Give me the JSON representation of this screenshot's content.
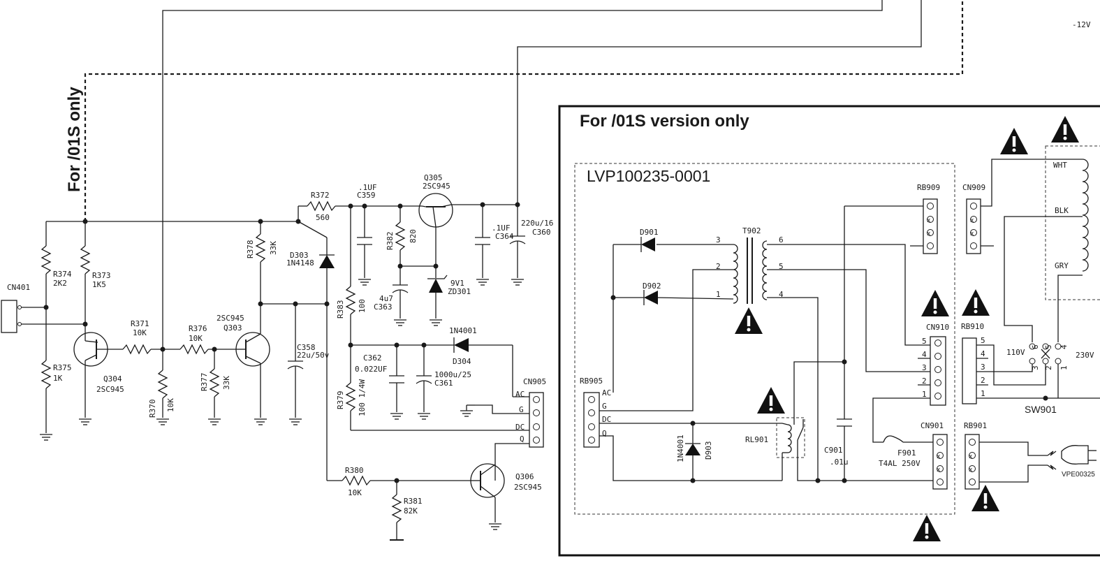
{
  "supply_label": "-12V",
  "vertical_note": "For /01S only",
  "box_title": "For  /01S version only",
  "board_label": "LVP100235-0001",
  "switch_label": "SW901",
  "plug_label": "VPE00325",
  "components": {
    "cn401": "CN401",
    "r374": "R374",
    "r374_v": "2K2",
    "r373": "R373",
    "r373_v": "1K5",
    "r375": "R375",
    "r375_v": "1K",
    "q304": "Q304",
    "q304_v": "2SC945",
    "r371": "R371",
    "r371_v": "10K",
    "r370": "R370",
    "r370_v": "10K",
    "r376": "R376",
    "r376_v": "10K",
    "r377": "R377",
    "r377_v": "33K",
    "q303_v": "2SC945",
    "q303": "Q303",
    "r378": "R378",
    "r378_v": "33K",
    "c358": "C358",
    "c358_v": "22u/50v",
    "r372": "R372",
    "r372_v": "560",
    "d303": "D303",
    "d303_v": "1N4148",
    "c359_v": ".1UF",
    "c359": "C359",
    "r382": "R382",
    "r382_v": "820",
    "c363_v": "4u7",
    "c363": "C363",
    "q305": "Q305",
    "q305_v": "2SC945",
    "zd301_v": "9V1",
    "zd301": "ZD301",
    "c364_v": ".1UF",
    "c364": "C364",
    "c360_v": "220u/16",
    "c360": "C360",
    "r383": "R383",
    "r383_v": "100",
    "c362": "C362",
    "c362_v": "0.022UF",
    "c361_v": "1000u/25",
    "c361": "C361",
    "d304_v": "1N4001",
    "d304": "D304",
    "r379": "R379",
    "r379_v": "100 1/4W",
    "cn905": "CN905",
    "cn905_pins": [
      "AC",
      "G",
      "DC",
      "Q"
    ],
    "r380": "R380",
    "r380_v": "10K",
    "r381": "R381",
    "r381_v": "82K",
    "q306": "Q306",
    "q306_v": "2SC945",
    "d901": "D901",
    "d902": "D902",
    "t902": "T902",
    "t902_pins": [
      "3",
      "2",
      "1",
      "6",
      "5",
      "4"
    ],
    "rb909": "RB909",
    "cn909": "CN909",
    "rb905": "RB905",
    "rb905_pins": [
      "AC",
      "G",
      "DC",
      "Q"
    ],
    "cn910": "CN910",
    "cn910_pins": [
      "5",
      "4",
      "3",
      "2",
      "1"
    ],
    "rb910": "RB910",
    "rb910_pins": [
      "5",
      "4",
      "3",
      "2",
      "1"
    ],
    "d903_v": "1N4001",
    "d903": "D903",
    "rl901": "RL901",
    "c901": "C901",
    "c901_v": ".01u",
    "f901": "F901",
    "f901_v": "T4AL 250V",
    "cn901": "CN901",
    "rb901": "RB901",
    "wht": "WHT",
    "blk": "BLK",
    "gry": "GRY",
    "v110": "110V",
    "v230": "230V",
    "sw_pins": [
      "6",
      "5",
      "4",
      "3",
      "2",
      "1"
    ]
  }
}
